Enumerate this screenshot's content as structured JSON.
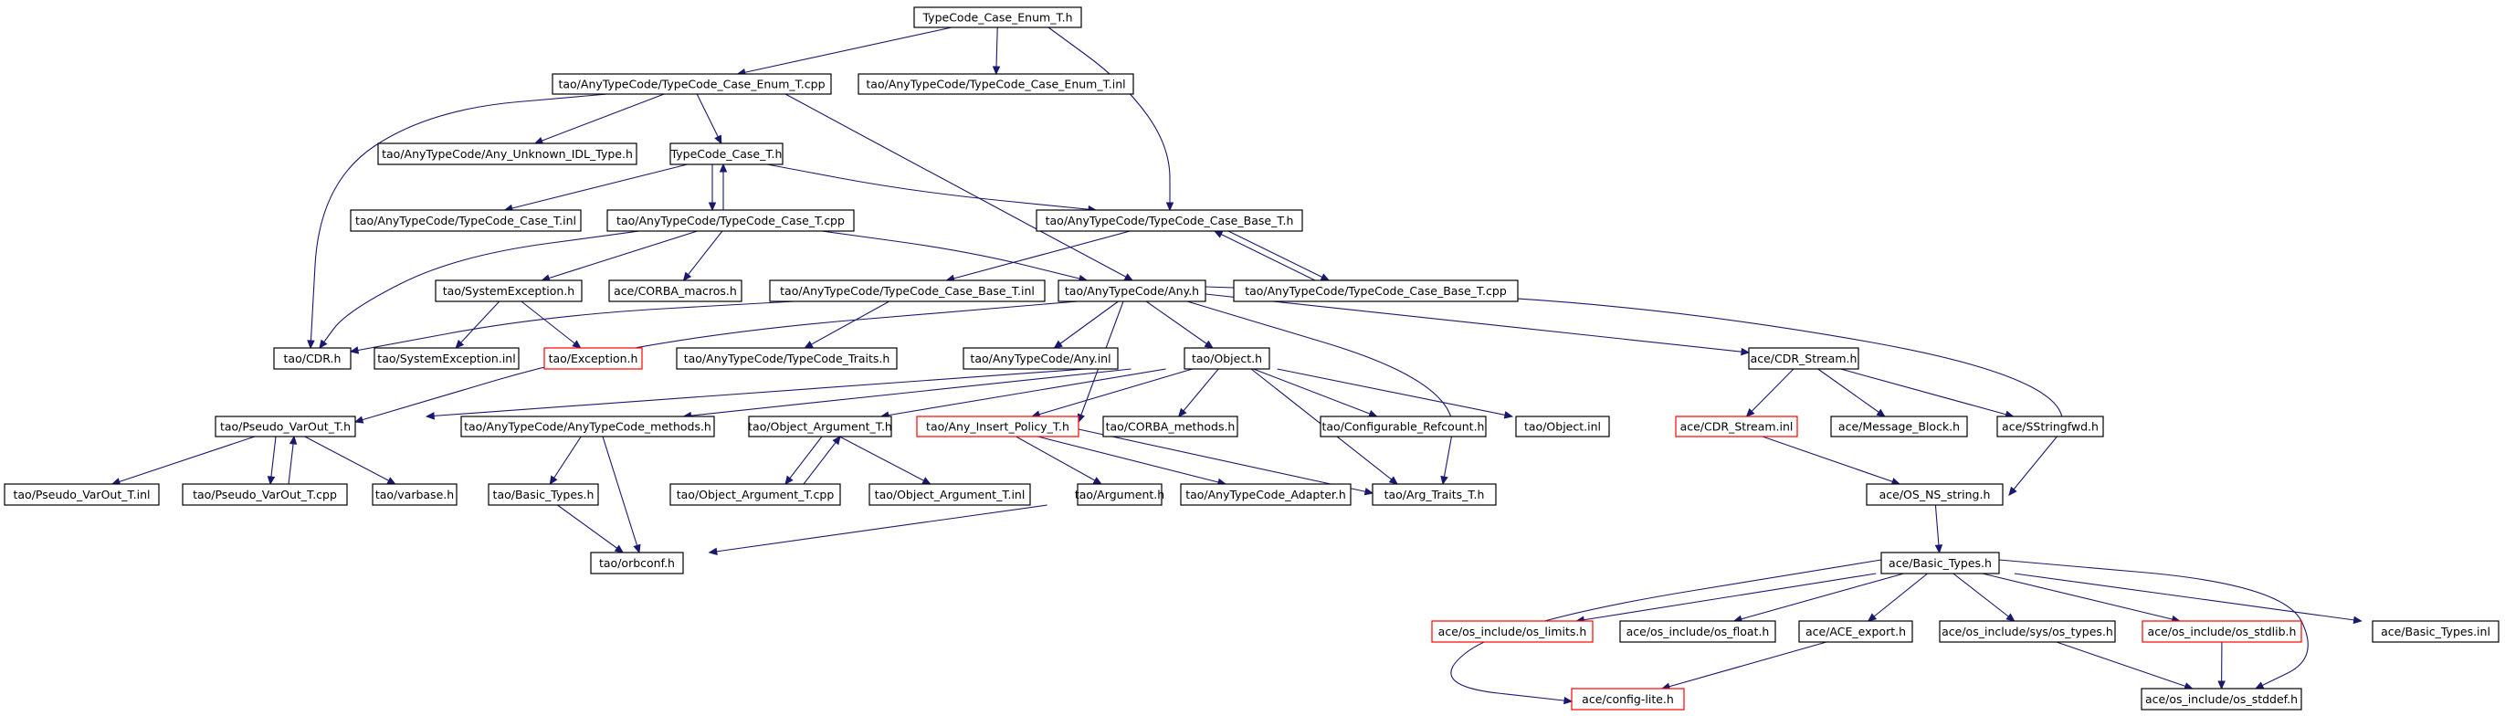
{
  "graph": {
    "root": "TypeCode_Case_Enum_T.h",
    "colors": {
      "edge": "#191970",
      "border": "#000000",
      "truncated_border": "#ff0000",
      "root_fill": "#bfbfbf",
      "node_fill": "#ffffff"
    },
    "nodes": [
      {
        "id": "root",
        "label": "TypeCode_Case_Enum_T.h",
        "root": true
      },
      {
        "id": "caseEnumCpp",
        "label": "tao/AnyTypeCode/TypeCode_Case_Enum_T.cpp"
      },
      {
        "id": "caseEnumInl",
        "label": "tao/AnyTypeCode/TypeCode_Case_Enum_T.inl"
      },
      {
        "id": "anyUnknown",
        "label": "tao/AnyTypeCode/Any_Unknown_IDL_Type.h"
      },
      {
        "id": "caseTh",
        "label": "TypeCode_Case_T.h"
      },
      {
        "id": "caseTInl",
        "label": "tao/AnyTypeCode/TypeCode_Case_T.inl"
      },
      {
        "id": "caseTCpp",
        "label": "tao/AnyTypeCode/TypeCode_Case_T.cpp"
      },
      {
        "id": "caseBaseTh",
        "label": "tao/AnyTypeCode/TypeCode_Case_Base_T.h"
      },
      {
        "id": "sysExcH",
        "label": "tao/SystemException.h"
      },
      {
        "id": "corbaMacros",
        "label": "ace/CORBA_macros.h"
      },
      {
        "id": "caseBaseInl",
        "label": "tao/AnyTypeCode/TypeCode_Case_Base_T.inl"
      },
      {
        "id": "anyH",
        "label": "tao/AnyTypeCode/Any.h"
      },
      {
        "id": "caseBaseCpp",
        "label": "tao/AnyTypeCode/TypeCode_Case_Base_T.cpp"
      },
      {
        "id": "cdrH",
        "label": "tao/CDR.h"
      },
      {
        "id": "sysExcInl",
        "label": "tao/SystemException.inl"
      },
      {
        "id": "exceptionH",
        "label": "tao/Exception.h",
        "truncated": true
      },
      {
        "id": "tcTraits",
        "label": "tao/AnyTypeCode/TypeCode_Traits.h"
      },
      {
        "id": "anyInl",
        "label": "tao/AnyTypeCode/Any.inl"
      },
      {
        "id": "objectH",
        "label": "tao/Object.h"
      },
      {
        "id": "cdrStreamH",
        "label": "ace/CDR_Stream.h"
      },
      {
        "id": "pseudoVarOutH",
        "label": "tao/Pseudo_VarOut_T.h"
      },
      {
        "id": "anyTcMethods",
        "label": "tao/AnyTypeCode/AnyTypeCode_methods.h"
      },
      {
        "id": "objArgH",
        "label": "tao/Object_Argument_T.h"
      },
      {
        "id": "anyInsertPolicy",
        "label": "tao/Any_Insert_Policy_T.h",
        "truncated": true
      },
      {
        "id": "corbaMethods",
        "label": "tao/CORBA_methods.h"
      },
      {
        "id": "confRefcount",
        "label": "tao/Configurable_Refcount.h"
      },
      {
        "id": "objectInl",
        "label": "tao/Object.inl"
      },
      {
        "id": "cdrStreamInl",
        "label": "ace/CDR_Stream.inl",
        "truncated": true
      },
      {
        "id": "msgBlock",
        "label": "ace/Message_Block.h"
      },
      {
        "id": "sstringfwd",
        "label": "ace/SStringfwd.h"
      },
      {
        "id": "pseudoVarOutInl",
        "label": "tao/Pseudo_VarOut_T.inl"
      },
      {
        "id": "pseudoVarOutCpp",
        "label": "tao/Pseudo_VarOut_T.cpp"
      },
      {
        "id": "varbase",
        "label": "tao/varbase.h"
      },
      {
        "id": "basicTypesTao",
        "label": "tao/Basic_Types.h"
      },
      {
        "id": "objArgCpp",
        "label": "tao/Object_Argument_T.cpp"
      },
      {
        "id": "objArgInl",
        "label": "tao/Object_Argument_T.inl"
      },
      {
        "id": "argumentH",
        "label": "tao/Argument.h"
      },
      {
        "id": "anyTcAdapter",
        "label": "tao/AnyTypeCode_Adapter.h"
      },
      {
        "id": "argTraits",
        "label": "tao/Arg_Traits_T.h"
      },
      {
        "id": "osNsString",
        "label": "ace/OS_NS_string.h"
      },
      {
        "id": "orbconf",
        "label": "tao/orbconf.h"
      },
      {
        "id": "basicTypesAce",
        "label": "ace/Basic_Types.h"
      },
      {
        "id": "osLimits",
        "label": "ace/os_include/os_limits.h",
        "truncated": true
      },
      {
        "id": "osFloat",
        "label": "ace/os_include/os_float.h"
      },
      {
        "id": "aceExport",
        "label": "ace/ACE_export.h"
      },
      {
        "id": "osSysTypes",
        "label": "ace/os_include/sys/os_types.h"
      },
      {
        "id": "osStdlib",
        "label": "ace/os_include/os_stdlib.h",
        "truncated": true
      },
      {
        "id": "basicTypesAceInl",
        "label": "ace/Basic_Types.inl"
      },
      {
        "id": "configLite",
        "label": "ace/config-lite.h",
        "truncated": true
      },
      {
        "id": "osStddef",
        "label": "ace/os_include/os_stddef.h"
      }
    ],
    "edges": [
      [
        "root",
        "caseEnumCpp"
      ],
      [
        "root",
        "caseEnumInl"
      ],
      [
        "root",
        "caseBaseTh"
      ],
      [
        "caseEnumCpp",
        "anyUnknown"
      ],
      [
        "caseEnumCpp",
        "caseTh"
      ],
      [
        "caseEnumCpp",
        "anyH"
      ],
      [
        "caseEnumCpp",
        "cdrH"
      ],
      [
        "caseTh",
        "caseTInl"
      ],
      [
        "caseTh",
        "caseTCpp"
      ],
      [
        "caseTh",
        "caseBaseTh"
      ],
      [
        "caseTCpp",
        "caseTh"
      ],
      [
        "caseTCpp",
        "sysExcH"
      ],
      [
        "caseTCpp",
        "corbaMacros"
      ],
      [
        "caseTCpp",
        "anyH"
      ],
      [
        "caseTCpp",
        "cdrH"
      ],
      [
        "caseBaseTh",
        "caseBaseInl"
      ],
      [
        "caseBaseTh",
        "caseBaseCpp"
      ],
      [
        "caseBaseCpp",
        "caseBaseTh"
      ],
      [
        "caseBaseInl",
        "cdrH"
      ],
      [
        "caseBaseInl",
        "tcTraits"
      ],
      [
        "sysExcH",
        "sysExcInl"
      ],
      [
        "sysExcH",
        "exceptionH"
      ],
      [
        "anyH",
        "anyInl"
      ],
      [
        "anyH",
        "objectH"
      ],
      [
        "anyH",
        "cdrStreamH"
      ],
      [
        "anyH",
        "pseudoVarOutH"
      ],
      [
        "anyH",
        "argTraits"
      ],
      [
        "anyH",
        "osNsString"
      ],
      [
        "anyH",
        "anyInsertPolicy"
      ],
      [
        "objectH",
        "pseudoVarOutH"
      ],
      [
        "objectH",
        "anyTcMethods"
      ],
      [
        "objectH",
        "objArgH"
      ],
      [
        "objectH",
        "corbaMethods"
      ],
      [
        "objectH",
        "confRefcount"
      ],
      [
        "objectH",
        "objectInl"
      ],
      [
        "objectH",
        "argTraits"
      ],
      [
        "objectH",
        "anyInsertPolicy"
      ],
      [
        "cdrStreamH",
        "cdrStreamInl"
      ],
      [
        "cdrStreamH",
        "msgBlock"
      ],
      [
        "cdrStreamH",
        "sstringfwd"
      ],
      [
        "cdrStreamInl",
        "osNsString"
      ],
      [
        "pseudoVarOutH",
        "pseudoVarOutInl"
      ],
      [
        "pseudoVarOutH",
        "pseudoVarOutCpp"
      ],
      [
        "pseudoVarOutH",
        "varbase"
      ],
      [
        "pseudoVarOutCpp",
        "pseudoVarOutH"
      ],
      [
        "anyTcMethods",
        "basicTypesTao"
      ],
      [
        "anyTcMethods",
        "orbconf"
      ],
      [
        "objArgH",
        "objArgCpp"
      ],
      [
        "objArgH",
        "objArgInl"
      ],
      [
        "objArgCpp",
        "objArgH"
      ],
      [
        "anyInsertPolicy",
        "argumentH"
      ],
      [
        "anyInsertPolicy",
        "anyTcAdapter"
      ],
      [
        "anyInsertPolicy",
        "argTraits"
      ],
      [
        "basicTypesTao",
        "orbconf"
      ],
      [
        "argumentH",
        "orbconf"
      ],
      [
        "osNsString",
        "basicTypesAce"
      ],
      [
        "basicTypesAce",
        "osLimits"
      ],
      [
        "basicTypesAce",
        "osFloat"
      ],
      [
        "basicTypesAce",
        "aceExport"
      ],
      [
        "basicTypesAce",
        "osSysTypes"
      ],
      [
        "basicTypesAce",
        "osStdlib"
      ],
      [
        "basicTypesAce",
        "basicTypesAceInl"
      ],
      [
        "basicTypesAce",
        "configLite"
      ],
      [
        "basicTypesAce",
        "osStddef"
      ],
      [
        "aceExport",
        "configLite"
      ],
      [
        "osSysTypes",
        "osStddef"
      ],
      [
        "osStdlib",
        "osStddef"
      ]
    ]
  }
}
